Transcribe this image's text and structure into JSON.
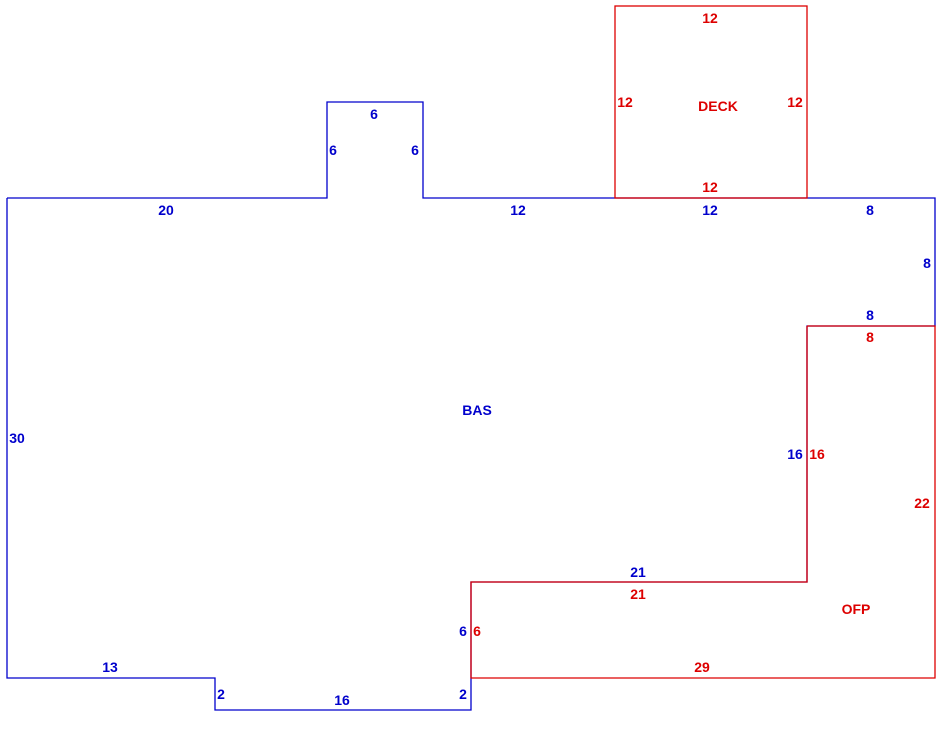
{
  "colors": {
    "blue": "#0000cc",
    "red": "#dd0000"
  },
  "areas": {
    "bas": "BAS",
    "deck": "DECK",
    "ofp": "OFP"
  },
  "bas_dims": {
    "top_left": "20",
    "bump_left": "6",
    "bump_top": "6",
    "bump_right": "6",
    "top_mid": "12",
    "top_under_deck": "12",
    "top_right": "8",
    "right_upper": "8",
    "step_top": "8",
    "step_vertical": "16",
    "ofp_top": "21",
    "ofp_vertical": "6",
    "left": "30",
    "bottom_left": "13",
    "notch_left": "2",
    "notch_bottom": "16",
    "notch_right": "2"
  },
  "deck_dims": {
    "top": "12",
    "left": "12",
    "right": "12",
    "bottom": "12"
  },
  "ofp_dims": {
    "top": "8",
    "left_upper": "16",
    "right": "22",
    "step_top": "21",
    "left_lower": "6",
    "bottom": "29"
  }
}
